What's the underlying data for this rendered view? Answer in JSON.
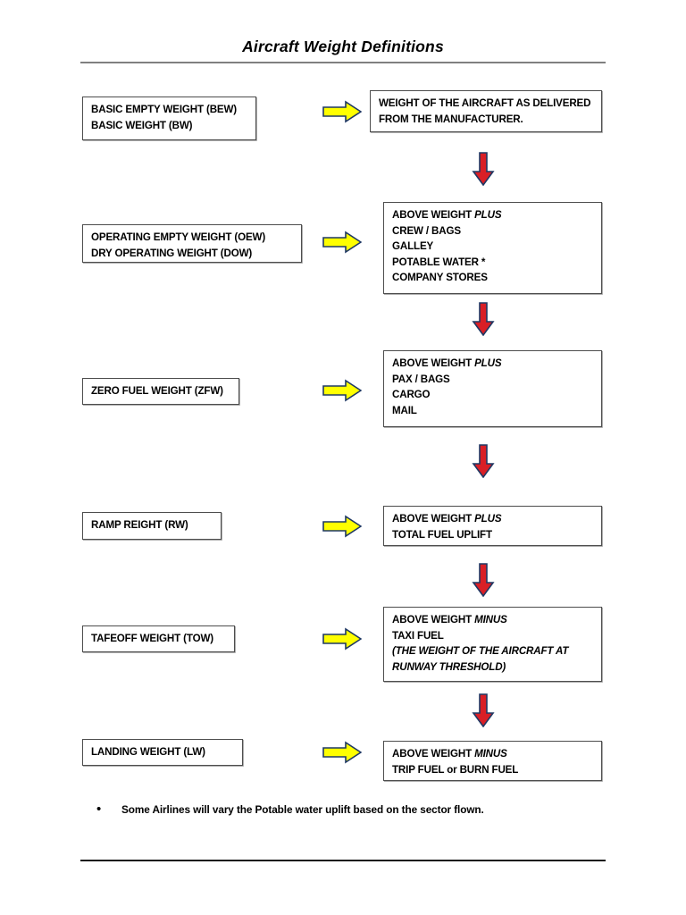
{
  "document": {
    "title": "Aircraft Weight Definitions"
  },
  "colors": {
    "yellow_arrow_fill": "#ffff00",
    "yellow_arrow_stroke": "#1f3864",
    "red_arrow_fill": "#d91f26",
    "red_arrow_stroke": "#1f3864",
    "box_border": "#4d4d4d",
    "rule_top": "#808080",
    "rule_bottom": "#1a1a1a",
    "text": "#000000"
  },
  "rows": [
    {
      "left": {
        "lines": [
          "BASIC EMPTY WEIGHT (BEW)",
          "BASIC WEIGHT (BW)"
        ]
      },
      "connector_icon": "yellow-right-arrow-icon",
      "right": {
        "lines": [
          {
            "text": "WEIGHT OF THE AIRCRAFT AS DELIVERED",
            "emphasis": ""
          },
          {
            "text": "FROM THE MANUFACTURER.",
            "emphasis": ""
          }
        ]
      },
      "flow_icon": "red-down-arrow-icon"
    },
    {
      "left": {
        "lines": [
          "OPERATING EMPTY WEIGHT (OEW)",
          "DRY OPERATING WEIGHT (DOW)"
        ]
      },
      "connector_icon": "yellow-right-arrow-icon",
      "right": {
        "lines": [
          {
            "text": "ABOVE WEIGHT ",
            "italic_tail": "PLUS"
          },
          {
            "text": "CREW / BAGS",
            "emphasis": ""
          },
          {
            "text": "GALLEY",
            "emphasis": ""
          },
          {
            "text": "POTABLE WATER *",
            "emphasis": ""
          },
          {
            "text": "COMPANY STORES",
            "emphasis": ""
          }
        ]
      },
      "flow_icon": "red-down-arrow-icon"
    },
    {
      "left": {
        "lines": [
          "ZERO FUEL WEIGHT (ZFW)"
        ]
      },
      "connector_icon": "yellow-right-arrow-icon",
      "right": {
        "lines": [
          {
            "text": "ABOVE WEIGHT ",
            "italic_tail": "PLUS"
          },
          {
            "text": "PAX / BAGS",
            "emphasis": ""
          },
          {
            "text": "CARGO",
            "emphasis": ""
          },
          {
            "text": "MAIL",
            "emphasis": ""
          }
        ]
      },
      "flow_icon": "red-down-arrow-icon"
    },
    {
      "left": {
        "lines": [
          "RAMP REIGHT (RW)"
        ]
      },
      "connector_icon": "yellow-right-arrow-icon",
      "right": {
        "lines": [
          {
            "text": "ABOVE WEIGHT ",
            "italic_tail": "PLUS"
          },
          {
            "text": "TOTAL FUEL UPLIFT",
            "emphasis": ""
          }
        ]
      },
      "flow_icon": "red-down-arrow-icon"
    },
    {
      "left": {
        "lines": [
          "TAFEOFF WEIGHT (TOW)"
        ]
      },
      "connector_icon": "yellow-right-arrow-icon",
      "right": {
        "lines": [
          {
            "text": "ABOVE WEIGHT ",
            "italic_tail": "MINUS"
          },
          {
            "text": "TAXI FUEL",
            "emphasis": ""
          },
          {
            "text": "(THE WEIGHT OF THE AIRCRAFT AT",
            "emphasis": "italic"
          },
          {
            "text": "RUNWAY THRESHOLD)",
            "emphasis": "italic"
          }
        ]
      },
      "flow_icon": "red-down-arrow-icon"
    },
    {
      "left": {
        "lines": [
          "LANDING WEIGHT (LW)"
        ]
      },
      "connector_icon": "yellow-right-arrow-icon",
      "right": {
        "lines": [
          {
            "text": "ABOVE WEIGHT ",
            "italic_tail": "MINUS"
          },
          {
            "text": "TRIP FUEL or BURN FUEL",
            "emphasis": ""
          }
        ]
      },
      "flow_icon": null
    }
  ],
  "footnote": {
    "bullet": "•",
    "text": "Some Airlines will vary the Potable water uplift based on the sector flown."
  }
}
